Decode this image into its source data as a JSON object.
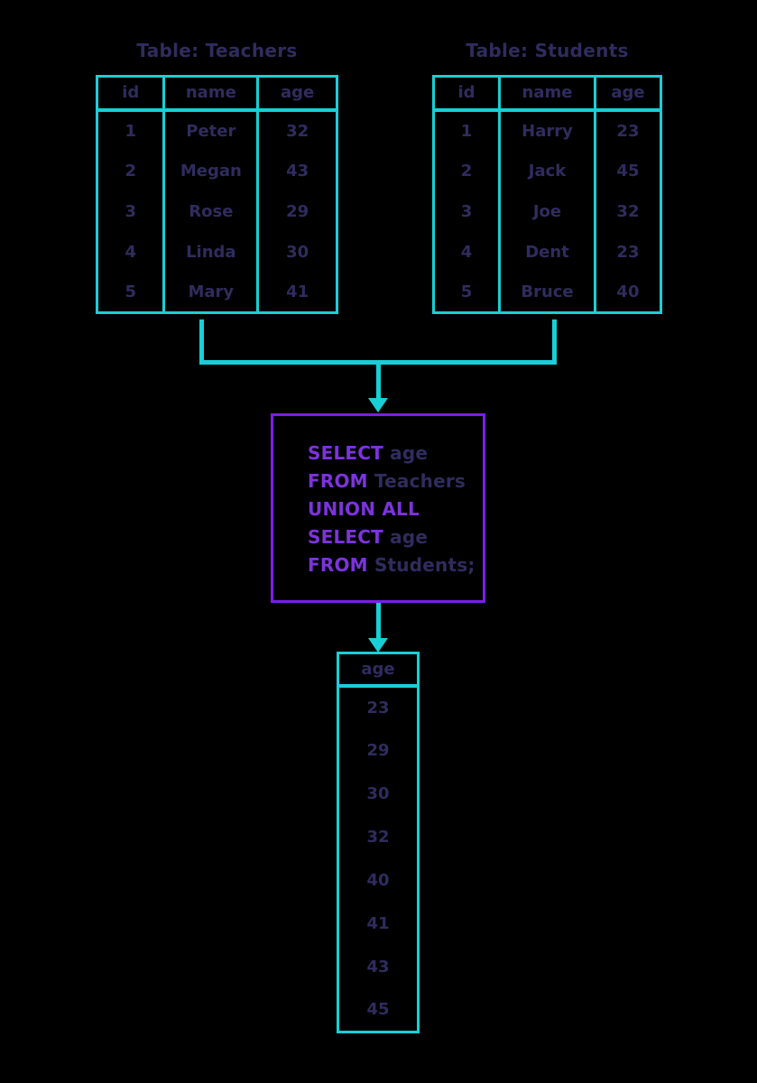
{
  "colors": {
    "background": "#000000",
    "cyan": "#19ced6",
    "navy": "#2f2c5e",
    "sql_border": "#7a1ee8",
    "sql_keyword": "#7c33dc"
  },
  "teachers": {
    "title": "Table: Teachers",
    "columns": [
      "id",
      "name",
      "age"
    ],
    "rows": [
      [
        "1",
        "Peter",
        "32"
      ],
      [
        "2",
        "Megan",
        "43"
      ],
      [
        "3",
        "Rose",
        "29"
      ],
      [
        "4",
        "Linda",
        "30"
      ],
      [
        "5",
        "Mary",
        "41"
      ]
    ]
  },
  "students": {
    "title": "Table: Students",
    "columns": [
      "id",
      "name",
      "age"
    ],
    "rows": [
      [
        "1",
        "Harry",
        "23"
      ],
      [
        "2",
        "Jack",
        "45"
      ],
      [
        "3",
        "Joe",
        "32"
      ],
      [
        "4",
        "Dent",
        "23"
      ],
      [
        "5",
        "Bruce",
        "40"
      ]
    ]
  },
  "sql": {
    "lines": [
      {
        "keyword": "SELECT",
        "rest": " age"
      },
      {
        "keyword": "FROM",
        "rest": " Teachers"
      },
      {
        "keyword": "UNION ALL",
        "rest": ""
      },
      {
        "keyword": "SELECT",
        "rest": " age"
      },
      {
        "keyword": "FROM",
        "rest": " Students;"
      }
    ]
  },
  "result": {
    "columns": [
      "age"
    ],
    "rows": [
      [
        "23"
      ],
      [
        "29"
      ],
      [
        "30"
      ],
      [
        "32"
      ],
      [
        "40"
      ],
      [
        "41"
      ],
      [
        "43"
      ],
      [
        "45"
      ]
    ]
  }
}
